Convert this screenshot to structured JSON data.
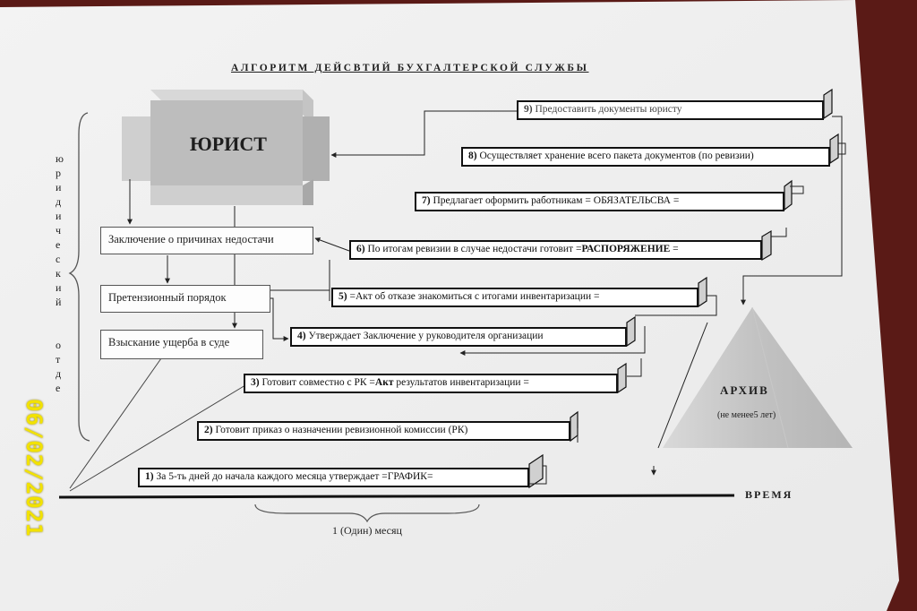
{
  "title": "АЛГОРИТМ ДЕЙСВТИЙ БУХГАЛТЕРСКОЙ СЛУЖБЫ",
  "lawyer": "ЮРИСТ",
  "side_label": [
    "ю",
    "р",
    "и",
    "д",
    "и",
    "ч",
    "е",
    "с",
    "к",
    "и",
    "й",
    "",
    "о",
    "т",
    "д",
    "е"
  ],
  "legal_boxes": [
    "Заключение о причинах недостачи",
    "Претензионный порядок",
    "Взыскание ущерба в суде"
  ],
  "steps": [
    {
      "n": "1)",
      "pre": "За 5-ть дней до начала каждого месяца утверждает  =ГРАФИК=",
      "bold": "",
      "post": ""
    },
    {
      "n": "2)",
      "pre": "Готовит приказ о назначении ревизионной комиссии (РК)",
      "bold": "",
      "post": ""
    },
    {
      "n": "3)",
      "pre": "Готовит совместно с РК =",
      "bold": "Акт",
      "post": " результатов инвентаризации ="
    },
    {
      "n": "4)",
      "pre": "Утверждает Заключение у руководителя организации",
      "bold": "",
      "post": ""
    },
    {
      "n": "5)",
      "pre": " =Акт об отказе знакомиться с итогами инвентаризации =",
      "bold": "",
      "post": ""
    },
    {
      "n": "6)",
      "pre": "По итогам ревизии в случае недостачи готовит =",
      "bold": "РАСПОРЯЖЕНИЕ",
      "post": " ="
    },
    {
      "n": "7)",
      "pre": "Предлагает оформить работникам = ОБЯЗАТЕЛЬСВА =",
      "bold": "",
      "post": ""
    },
    {
      "n": "8)",
      "pre": "Осуществляет хранение всего пакета документов (по ревизии)",
      "bold": "",
      "post": ""
    },
    {
      "n": "9)",
      "pre": "Предоставить документы юристу",
      "bold": "",
      "post": ""
    }
  ],
  "archive": {
    "title": "АРХИВ",
    "subtitle": "(не менее5 лет)"
  },
  "axis_label": "ВРЕМЯ",
  "period_label": "1 (Один) месяц",
  "date_stamp": "06/02/2021"
}
